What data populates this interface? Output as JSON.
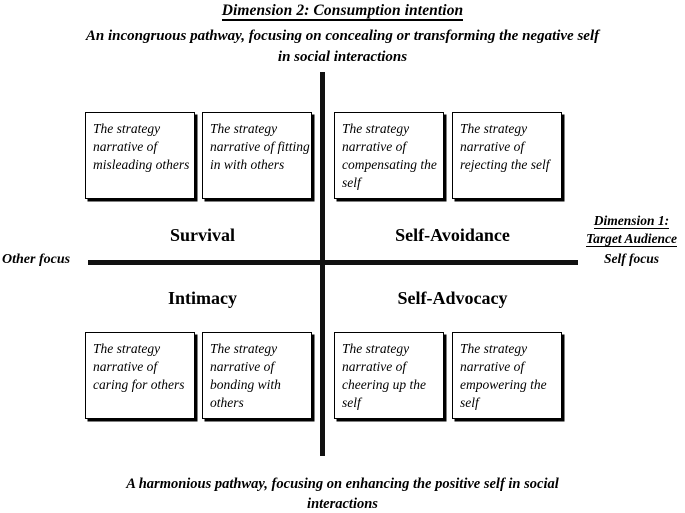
{
  "figure": {
    "dimension2": {
      "title": "Dimension 2: Consumption intention",
      "top_caption": "An incongruous pathway, focusing on concealing or transforming the negative self in social interactions",
      "bottom_caption": "A harmonious pathway, focusing on enhancing the positive self in social interactions"
    },
    "dimension1": {
      "title_line1": "Dimension 1:",
      "title_line2": "Target Audience",
      "left_pole": "Other focus",
      "right_pole": "Self focus"
    },
    "quadrants": [
      {
        "name": "Survival",
        "position": "top-left",
        "strategies": [
          "The strategy narrative of misleading others",
          "The strategy narrative of fitting in with others"
        ]
      },
      {
        "name": "Self-Avoidance",
        "position": "top-right",
        "strategies": [
          "The strategy narrative of compensating the self",
          "The strategy narrative of rejecting the self"
        ]
      },
      {
        "name": "Intimacy",
        "position": "bottom-left",
        "strategies": [
          "The strategy narrative of caring for others",
          "The strategy narrative of bonding with others"
        ]
      },
      {
        "name": "Self-Advocacy",
        "position": "bottom-right",
        "strategies": [
          "The strategy narrative of cheering up the self",
          "The strategy narrative of empowering the self"
        ]
      }
    ],
    "colors": {
      "axis": "#111111",
      "box_border": "#000000",
      "background": "#ffffff",
      "text": "#000000"
    }
  }
}
